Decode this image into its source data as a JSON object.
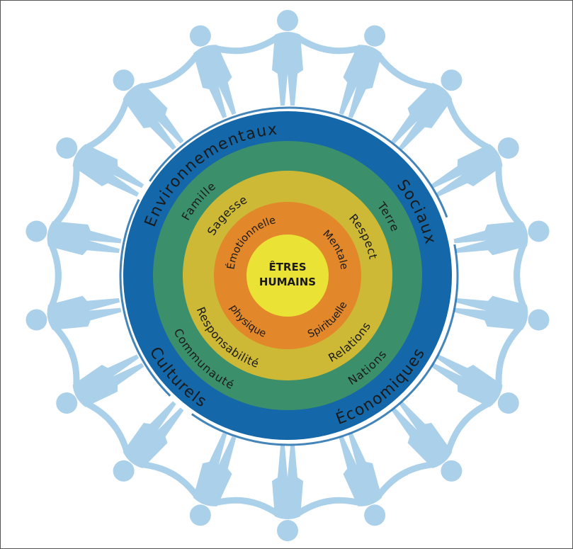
{
  "center": {
    "line1": "ÊTRES",
    "line2": "HUMAINS"
  },
  "rings": {
    "outer": {
      "color": "#1467a8",
      "labels": {
        "top_left": "Environnementaux",
        "top_right": "Sociaux",
        "bottom_left": "Culturels",
        "bottom_right": "Économiques"
      }
    },
    "green": {
      "color": "#3c8f6b",
      "labels": {
        "top_left": "Famille",
        "top_right": "Terre",
        "bottom_left": "Communauté",
        "bottom_right": "Nations"
      }
    },
    "yellow": {
      "color": "#cdb935",
      "labels": {
        "top_left": "Sagesse",
        "top_right": "Respect",
        "bottom_left": "Responsabilité",
        "bottom_right": "Relations"
      }
    },
    "orange": {
      "color": "#e2882b",
      "labels": {
        "top_left": "Émotionnelle",
        "top_right": "Mentale",
        "bottom_left": "physique",
        "bottom_right": "Spirituelle"
      }
    },
    "core": {
      "color": "#ebe236"
    }
  },
  "background": {
    "people_color": "#abd0ea"
  }
}
